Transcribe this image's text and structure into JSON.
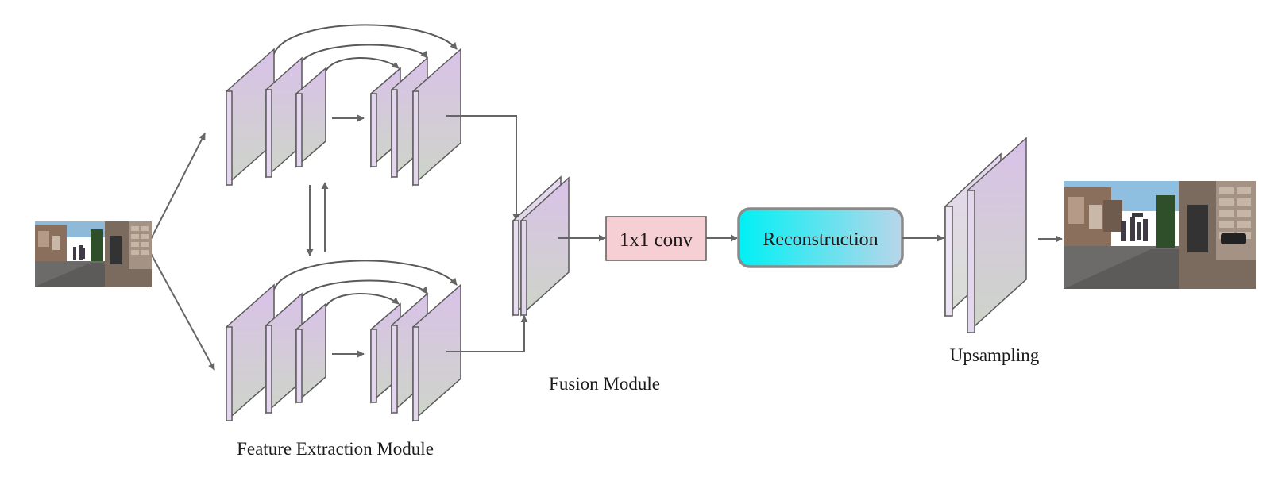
{
  "diagram": {
    "labels": {
      "feature_extraction": "Feature Extraction Module",
      "fusion": "Fusion Module",
      "upsampling": "Upsampling",
      "conv": "1x1 conv",
      "reconstruction": "Reconstruction"
    },
    "colors": {
      "layer_top": "#d9c3e6",
      "layer_bottom": "#cfd6c9",
      "layer_side": "#c7b4d2",
      "stroke": "#5a5a5a",
      "arrow": "#666666",
      "conv_fill": "#f5cfd3",
      "recon_left": "#00f0f4",
      "recon_right": "#b7d7ec",
      "recon_border": "#8a8a8a"
    },
    "images": {
      "input": "street-photo-input",
      "output": "street-photo-output"
    }
  }
}
